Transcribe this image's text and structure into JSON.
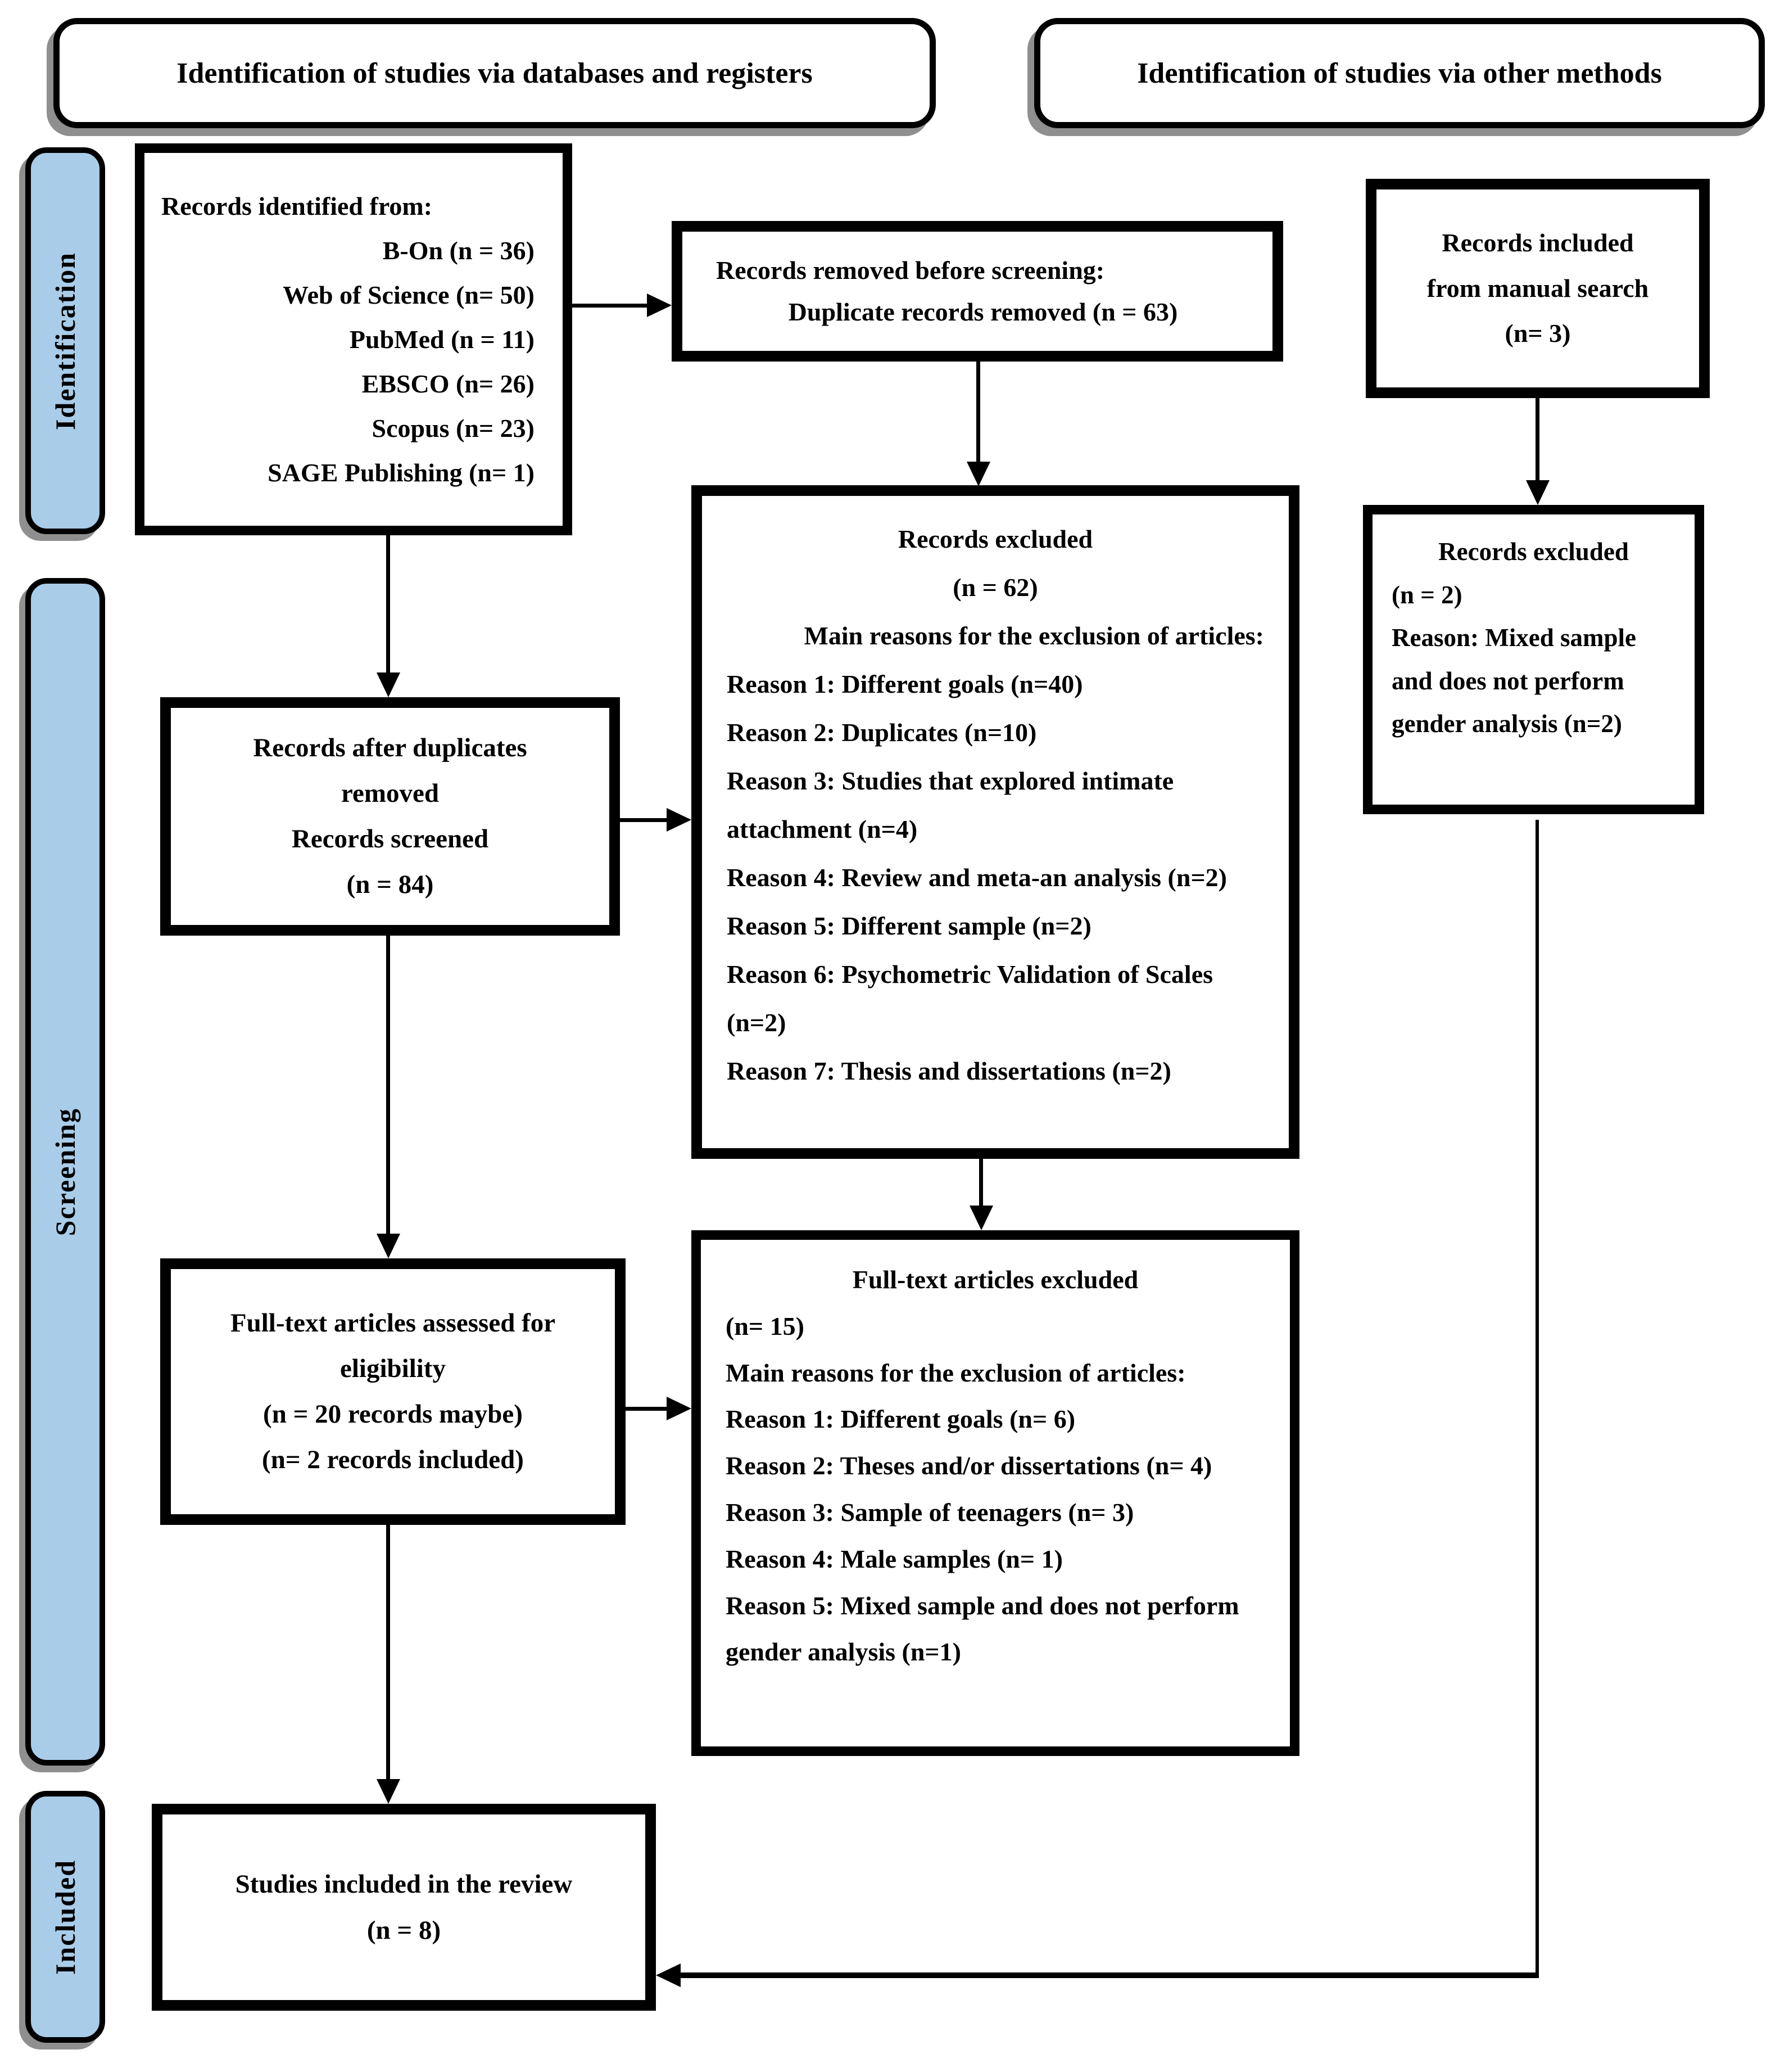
{
  "figure": {
    "type": "PRISMA flow diagram"
  },
  "colors": {
    "sidebar_fill": "#a9cce9",
    "box_border": "#000000",
    "shadow": "#8f8f8f",
    "background": "#ffffff"
  },
  "headers": {
    "databases": "Identification of studies via databases and registers",
    "other_methods": "Identification of studies via other methods"
  },
  "sidebar": {
    "identification": "Identification",
    "screening": "Screening",
    "included": "Included"
  },
  "boxes": {
    "records_identified": {
      "title": "Records identified from:",
      "sources": [
        "B-On (n = 36)",
        "Web of Science (n= 50)",
        "PubMed (n = 11)",
        "EBSCO (n= 26)",
        "Scopus (n= 23)",
        "SAGE Publishing (n= 1)"
      ]
    },
    "records_removed": {
      "line1": "Records removed before screening:",
      "line2": "Duplicate records removed (n = 63)"
    },
    "manual_search": {
      "line1": "Records included",
      "line2": "from manual search",
      "line3": "(n= 3)"
    },
    "records_excluded_db": {
      "title": "Records excluded",
      "count": "(n = 62)",
      "subtitle": "Main reasons for the exclusion of articles:",
      "reasons": [
        "Reason 1: Different goals (n=40)",
        "Reason 2: Duplicates (n=10)",
        "Reason 3: Studies that explored intimate attachment (n=4)",
        "Reason 4: Review and meta-an analysis (n=2)",
        "Reason 5: Different sample (n=2)",
        "Reason 6: Psychometric Validation of Scales (n=2)",
        "Reason 7: Thesis and dissertations (n=2)"
      ]
    },
    "records_excluded_manual": {
      "title": "Records excluded",
      "count": "(n = 2)",
      "reason": "Reason: Mixed sample and does not perform gender analysis (n=2)"
    },
    "records_screened": {
      "line1": "Records after duplicates",
      "line2": "removed",
      "line3": "Records screened",
      "line4": "(n = 84)"
    },
    "fulltext_assessed": {
      "line1": "Full-text articles assessed for",
      "line2": "eligibility",
      "line3": "(n = 20 records maybe)",
      "line4": "(n= 2 records included)"
    },
    "fulltext_excluded": {
      "title": "Full-text articles excluded",
      "count": "(n= 15)",
      "subtitle": "Main reasons for the exclusion of articles:",
      "reasons": [
        "Reason 1: Different goals (n= 6)",
        "Reason 2: Theses and/or dissertations (n= 4)",
        "Reason 3: Sample of teenagers (n= 3)",
        "Reason 4: Male samples (n= 1)",
        "Reason 5: Mixed sample and does not perform gender analysis (n=1)"
      ]
    },
    "studies_included": {
      "line1": "Studies included in the review",
      "line2": "(n = 8)"
    }
  }
}
